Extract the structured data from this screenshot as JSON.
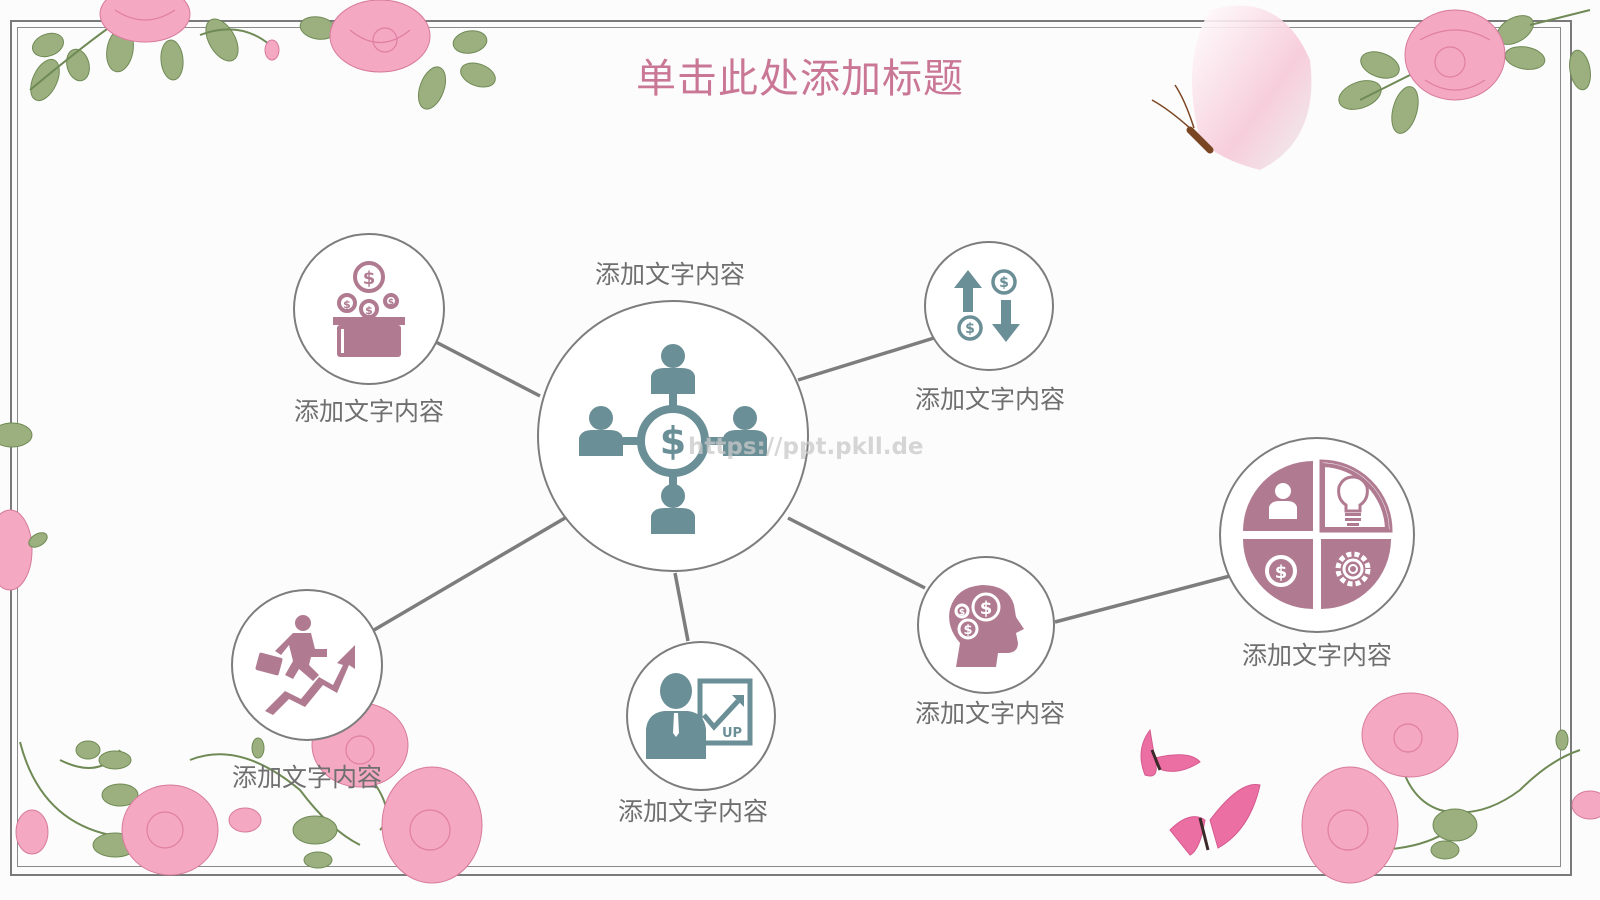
{
  "slide": {
    "title": "单击此处添加标题",
    "watermark": "https://ppt.pkll.de",
    "colors": {
      "title": "#c97795",
      "teal_icon": "#6b8f97",
      "mauve_icon": "#b07b90",
      "connector": "#7d7d7d",
      "label_text": "#6f6f6f",
      "rose": "#f2a5bf",
      "leaf": "#9bb07e"
    }
  },
  "diagram": {
    "center": {
      "label": "添加文字内容",
      "icon": "people-network-money-icon"
    },
    "nodes": [
      {
        "id": "top-left",
        "label": "添加文字内容",
        "icon": "coins-box-icon"
      },
      {
        "id": "top-right",
        "label": "添加文字内容",
        "icon": "money-exchange-arrows-icon"
      },
      {
        "id": "far-right",
        "label": "添加文字内容",
        "icon": "business-quadrant-icon"
      },
      {
        "id": "mid-right",
        "label": "添加文字内容",
        "icon": "head-money-icon"
      },
      {
        "id": "bottom-center",
        "label": "添加文字内容",
        "icon": "presenter-up-chart-icon"
      },
      {
        "id": "bottom-left",
        "label": "添加文字内容",
        "icon": "businessman-growth-arrow-icon"
      }
    ]
  }
}
